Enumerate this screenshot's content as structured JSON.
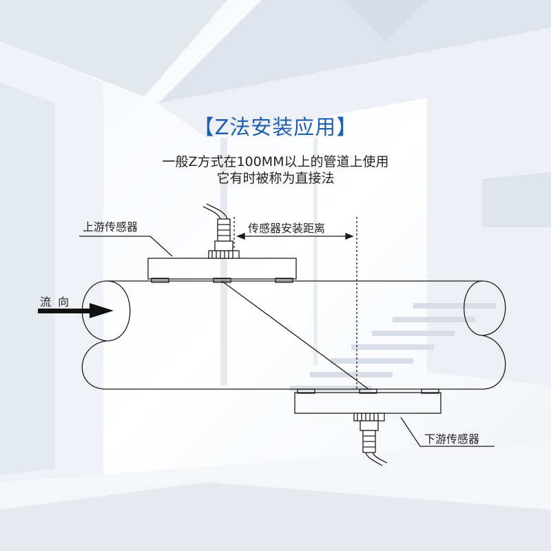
{
  "heading": {
    "title": "【Z法安装应用】",
    "line1": "一般Z方式在100MM以上的管道上使用",
    "line2": "它有时被称为直接法"
  },
  "labels": {
    "upstream_sensor": "上游传感器",
    "downstream_sensor": "下游传感器",
    "sensor_distance": "传感器安装距离",
    "flow_direction": "流  向"
  },
  "colors": {
    "title": "#1f5fb0",
    "line": "#1a1a1a",
    "text": "#222222"
  }
}
